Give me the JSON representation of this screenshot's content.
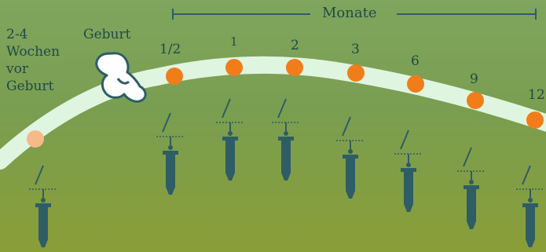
{
  "header": {
    "months_label": "Monate"
  },
  "labels": {
    "prenatal": [
      "2-4",
      "Wochen",
      "vor",
      "Geburt"
    ],
    "birth": "Geburt"
  },
  "timepoints": [
    {
      "label": "1/2"
    },
    {
      "label": "1"
    },
    {
      "label": "2"
    },
    {
      "label": "3"
    },
    {
      "label": "6"
    },
    {
      "label": "9"
    },
    {
      "label": "12"
    }
  ],
  "colors": {
    "curve": "#dff5e0",
    "dot": "#f07d1a",
    "prenatal_dot": "#f5b98a",
    "ink": "#2e5d66",
    "text": "#1f4a47"
  },
  "icons": {
    "syringe": "syringe-icon",
    "baby": "fetus-icon"
  }
}
